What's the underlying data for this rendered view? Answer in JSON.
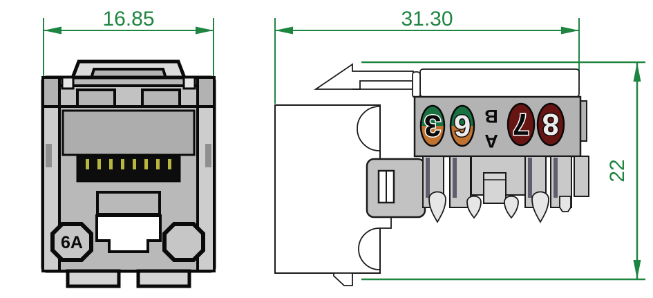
{
  "drawing": {
    "type": "technical-dimension-drawing",
    "subject": "RJ45 keystone jack (Cat 6A), front view and side view",
    "dimensions": {
      "front_width": "16.85",
      "side_length": "31.30",
      "side_height": "22"
    },
    "front_view": {
      "category_label": "6A"
    },
    "side_view": {
      "wiring_labels": {
        "circle_3": "3",
        "circle_6": "6",
        "letter_a": "A",
        "letter_b": "B",
        "circle_7": "7",
        "circle_8": "8"
      }
    },
    "colors": {
      "dimension_green": "#1e8540",
      "pair_green": "#1a7142",
      "pair_orange": "#c07231",
      "pair_brown": "#661512",
      "body_gray": "#b9b9b9",
      "light_gray": "#d9d9d9",
      "band_gray": "#b3b3b3",
      "pin_gold": "#b8b63f",
      "outline_black": "#0a0a0a"
    }
  }
}
